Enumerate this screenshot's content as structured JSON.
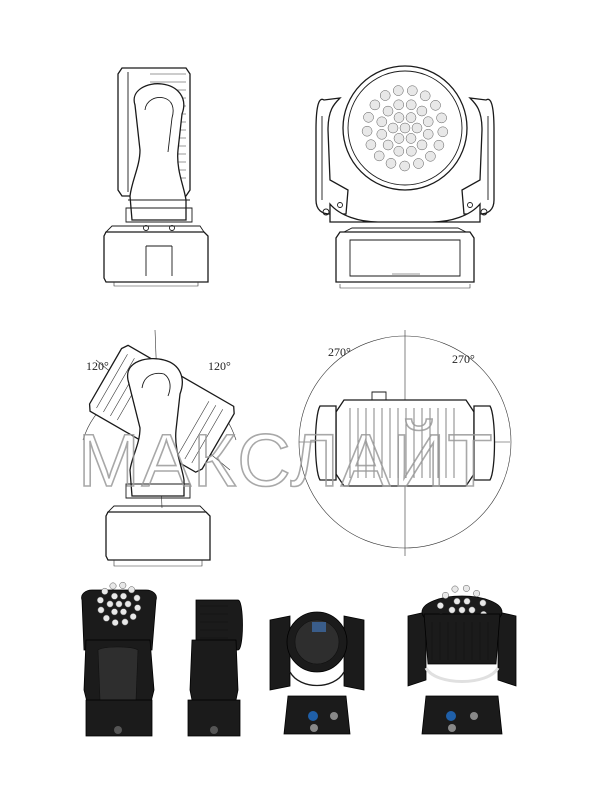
{
  "figure": {
    "views": [
      {
        "id": "side-view",
        "kind": "line-drawing"
      },
      {
        "id": "front-view",
        "kind": "line-drawing"
      },
      {
        "id": "tilt-range-view",
        "kind": "line-drawing"
      },
      {
        "id": "pan-range-view",
        "kind": "line-drawing"
      },
      {
        "id": "photo-back",
        "kind": "photo"
      },
      {
        "id": "photo-side",
        "kind": "photo"
      },
      {
        "id": "photo-rear",
        "kind": "photo"
      },
      {
        "id": "photo-front-angle",
        "kind": "photo"
      }
    ]
  },
  "angles": {
    "tilt_left": "120°",
    "tilt_right": "120°",
    "pan_left": "270°",
    "pan_right": "270°"
  },
  "watermark": {
    "text": "МАКСЛАЙТ"
  },
  "colors": {
    "line": "#1a1a1a",
    "body": "#1b1b1b",
    "watermark": "#9a9a9a"
  }
}
